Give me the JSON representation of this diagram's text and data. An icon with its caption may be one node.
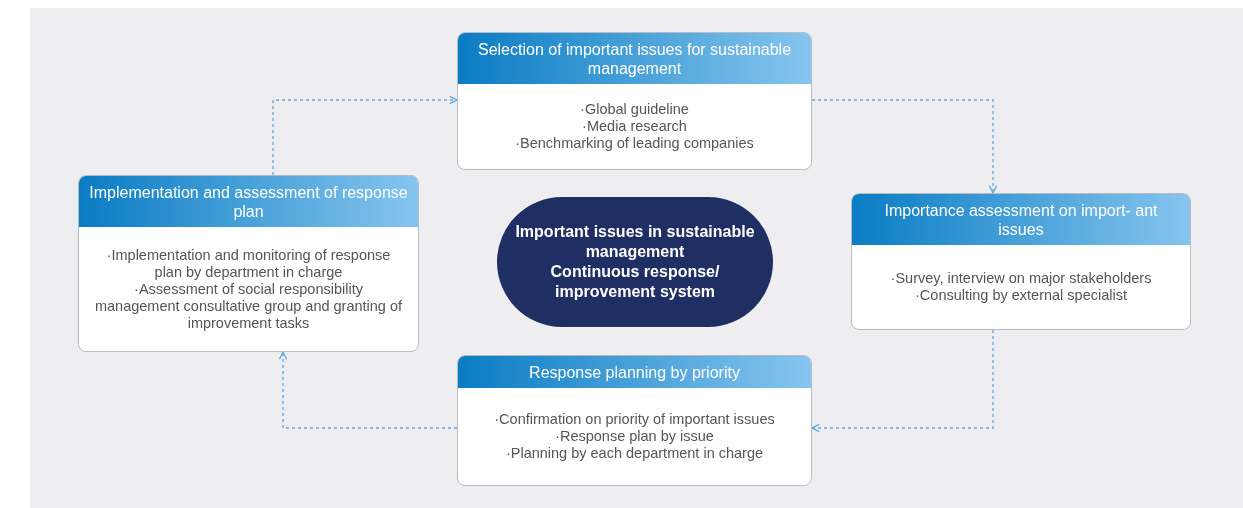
{
  "diagram": {
    "nodes": [
      {
        "text": [
          "Selection of important issues for sustainable management",
          "·Global guideline",
          "·Media research",
          "·Benchmarking of leading companies"
        ]
      },
      {
        "text": [
          "Implementation and assessment of response plan",
          "·Implementation and monitoring of response plan by department in charge",
          "·Assessment of social responsibility management consultative group and granting of improvement tasks"
        ]
      },
      {
        "text": [
          "Important issues in sustainable management",
          "Continuous response/ improvement system"
        ]
      },
      {
        "text": [
          "Importance assessment on import- ant issues",
          "·Survey, interview on major stakeholders",
          "·Consulting by external specialist"
        ]
      },
      {
        "text": [
          "Response planning by priority",
          "·Confirmation on priority of important issues",
          "·Response plan by issue",
          "·Planning by each department in charge"
        ]
      }
    ],
    "edges": [
      {
        "from": 0,
        "to": 3,
        "arrow": "to",
        "style": "dashed"
      },
      {
        "from": 3,
        "to": 4,
        "arrow": "to",
        "style": "dashed"
      },
      {
        "from": 4,
        "to": 1,
        "arrow": "to",
        "style": "dashed"
      },
      {
        "from": 1,
        "to": 0,
        "arrow": "to",
        "style": "dashed"
      }
    ]
  }
}
